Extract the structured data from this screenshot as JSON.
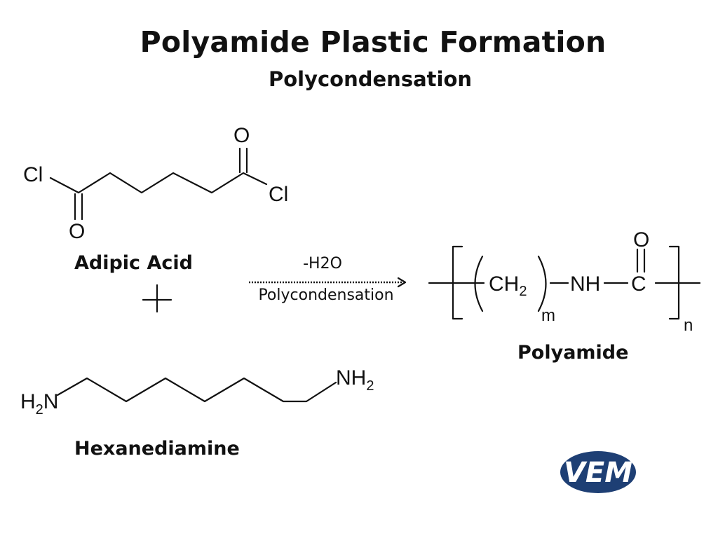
{
  "title": "Polyamide Plastic Formation",
  "subtitle": "Polycondensation",
  "reactant_1": {
    "name": "Adipic Acid",
    "atoms": {
      "cl_left": "Cl",
      "cl_right": "Cl",
      "o_top": "O",
      "o_bottom": "O"
    }
  },
  "plus_sign": "+",
  "reactant_2": {
    "name": "Hexanediamine",
    "atoms": {
      "h_left": "H",
      "sub_left": "2",
      "n_left": "N",
      "nh_right": "NH",
      "sub_right": "2"
    }
  },
  "reaction": {
    "byproduct": "-H2O",
    "label": "Polycondensation"
  },
  "product": {
    "name": "Polyamide",
    "atoms": {
      "ch": "CH",
      "ch_sub": "2",
      "m": "m",
      "nh": "NH",
      "c": "C",
      "o": "O",
      "n": "n"
    }
  },
  "logo": {
    "text": "VEM",
    "color": "#1e3f74"
  }
}
